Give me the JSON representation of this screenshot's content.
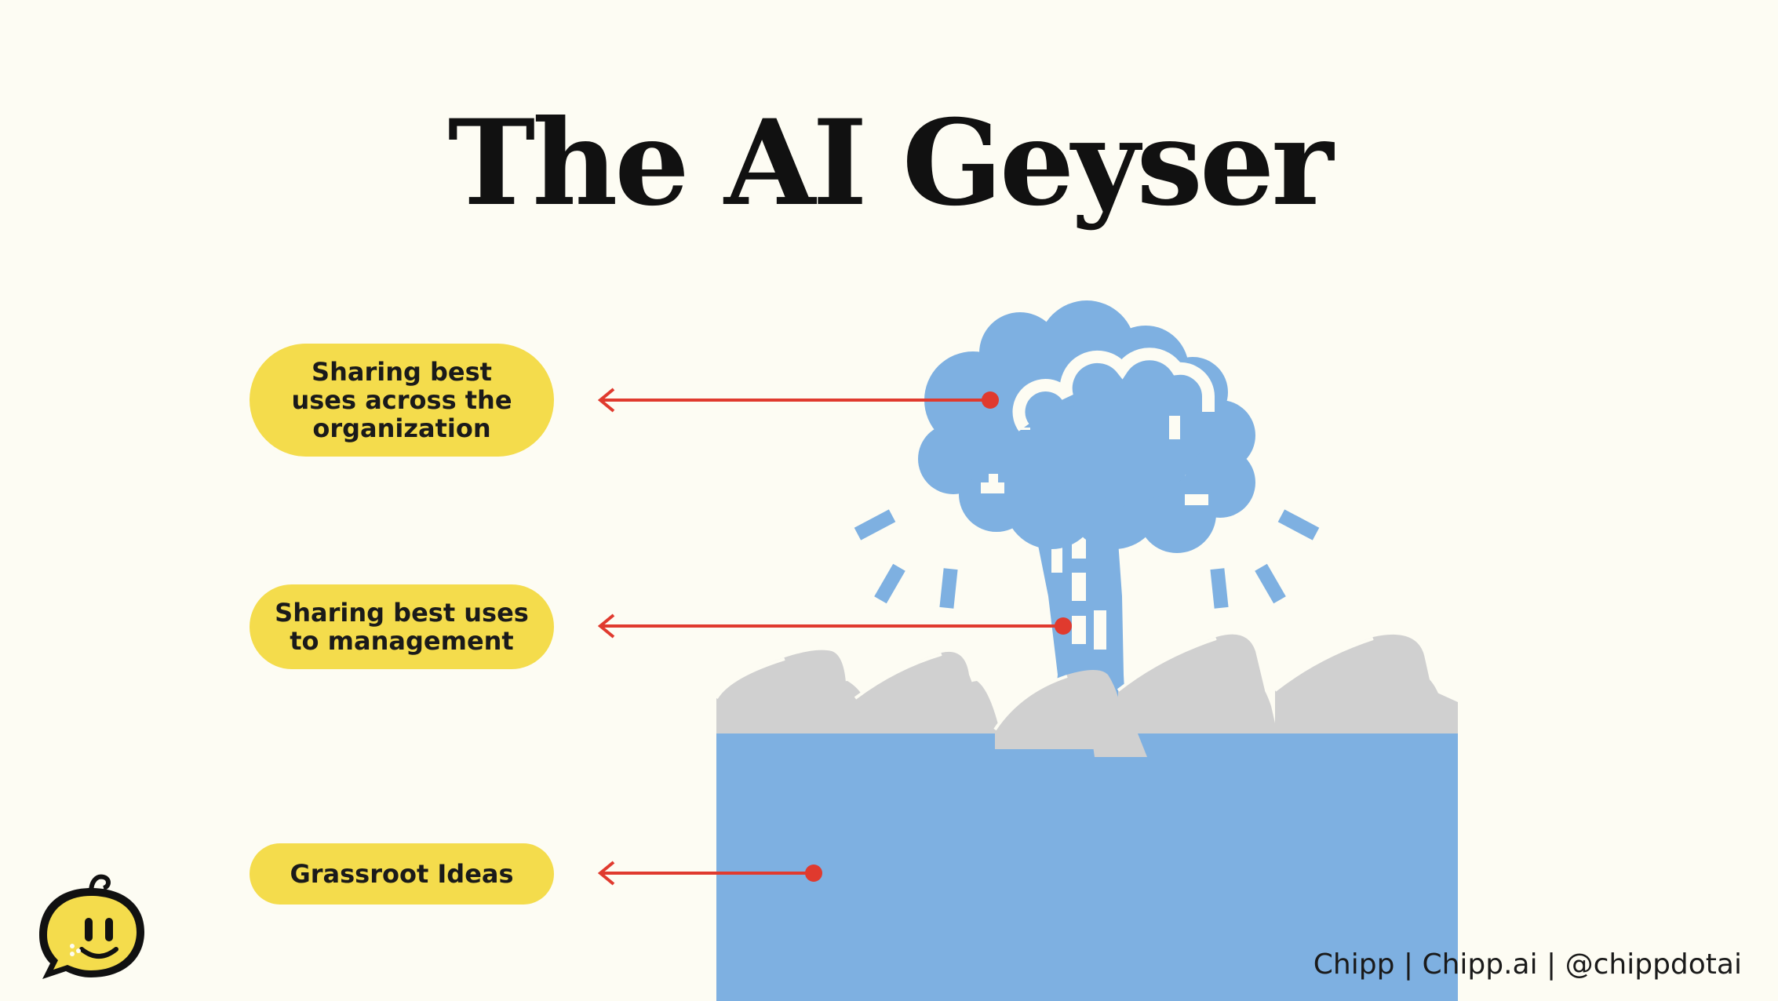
{
  "title": "The AI Geyser",
  "labels": [
    {
      "text_lines": [
        "Sharing best",
        "uses across the",
        "organization"
      ]
    },
    {
      "text_lines": [
        "Sharing best uses",
        "to management"
      ]
    },
    {
      "text_lines": [
        "Grassroot Ideas"
      ]
    }
  ],
  "footer": "Chipp | Chipp.ai | @chippdotai",
  "icons": {
    "logo": "chipp-mascot-icon",
    "arrow": "left-arrow-icon",
    "geyser": "geyser-illustration"
  },
  "colors": {
    "background": "#fdfcf3",
    "pill": "#f4dc4c",
    "water": "#7eb0e1",
    "rock": "#d0d0d0",
    "arrow": "#e03a2e",
    "text": "#111111"
  }
}
